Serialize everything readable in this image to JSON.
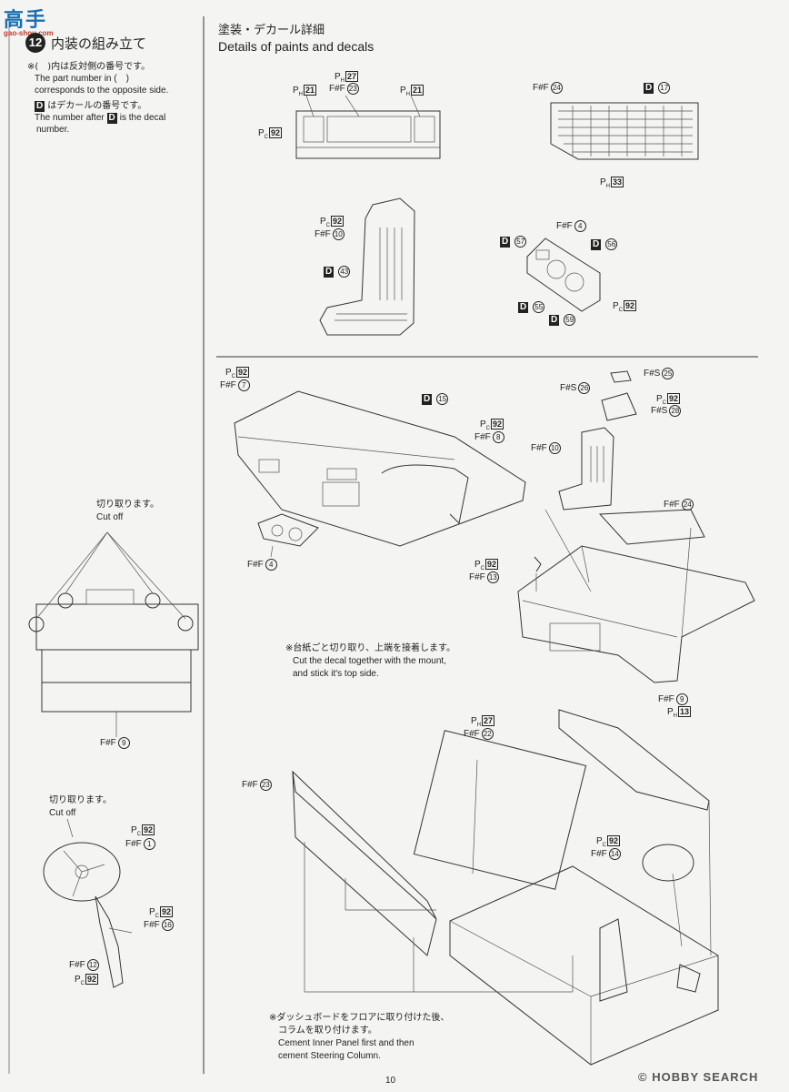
{
  "brand": {
    "logo_chars": "高手",
    "site": "gao-shou.com"
  },
  "step": {
    "number": "12",
    "title_jp": "内装の組み立て"
  },
  "notes_left": {
    "note1_jp": "※(　)内は反対側の番号です。",
    "note1_en_1": "The part number in (　)",
    "note1_en_2": "corresponds to the opposite side.",
    "note2_badge": "D",
    "note2_jp": "はデカールの番号です。",
    "note2_en_1": "The number after",
    "note2_en_2": "is the decal",
    "note2_en_3": "number."
  },
  "section": {
    "title_jp": "塗装・デカール詳細",
    "title_en": "Details of paints and decals"
  },
  "callouts": {
    "cut_off_jp": "切り取ります。",
    "cut_off_en": "Cut off",
    "ff_9": "F#F",
    "decal_note_jp": "※台紙ごと切り取り、上端を接着します。",
    "decal_note_en_1": "Cut the decal together with the mount,",
    "decal_note_en_2": "and stick it's top side.",
    "cement_note_jp_1": "※ダッシュボードをフロアに取り付けた後、",
    "cement_note_jp_2": "コラムを取り付けます。",
    "cement_note_en_1": "Cement Inner Panel first and then",
    "cement_note_en_2": "cement Steering Column."
  },
  "labels": {
    "ff": "F#F",
    "fs": "F#S",
    "ph": "P",
    "pc": "P",
    "d": "D",
    "n27": "27",
    "n23": "23",
    "n21": "21",
    "n92": "92",
    "n24": "24",
    "n17": "17",
    "n33": "33",
    "n10": "10",
    "n43": "43",
    "n4": "4",
    "n57": "57",
    "n56": "56",
    "n55": "55",
    "n59": "59",
    "n7": "7",
    "n15": "15",
    "n8": "8",
    "n25": "25",
    "n26": "26",
    "n28": "28",
    "n13": "13",
    "n9": "9",
    "n22": "22",
    "n14": "14",
    "n1": "1",
    "n16": "16",
    "n12": "12"
  },
  "footer": {
    "page_number": "10",
    "watermark": "HOBBY SEARCH",
    "copyright": "©"
  }
}
